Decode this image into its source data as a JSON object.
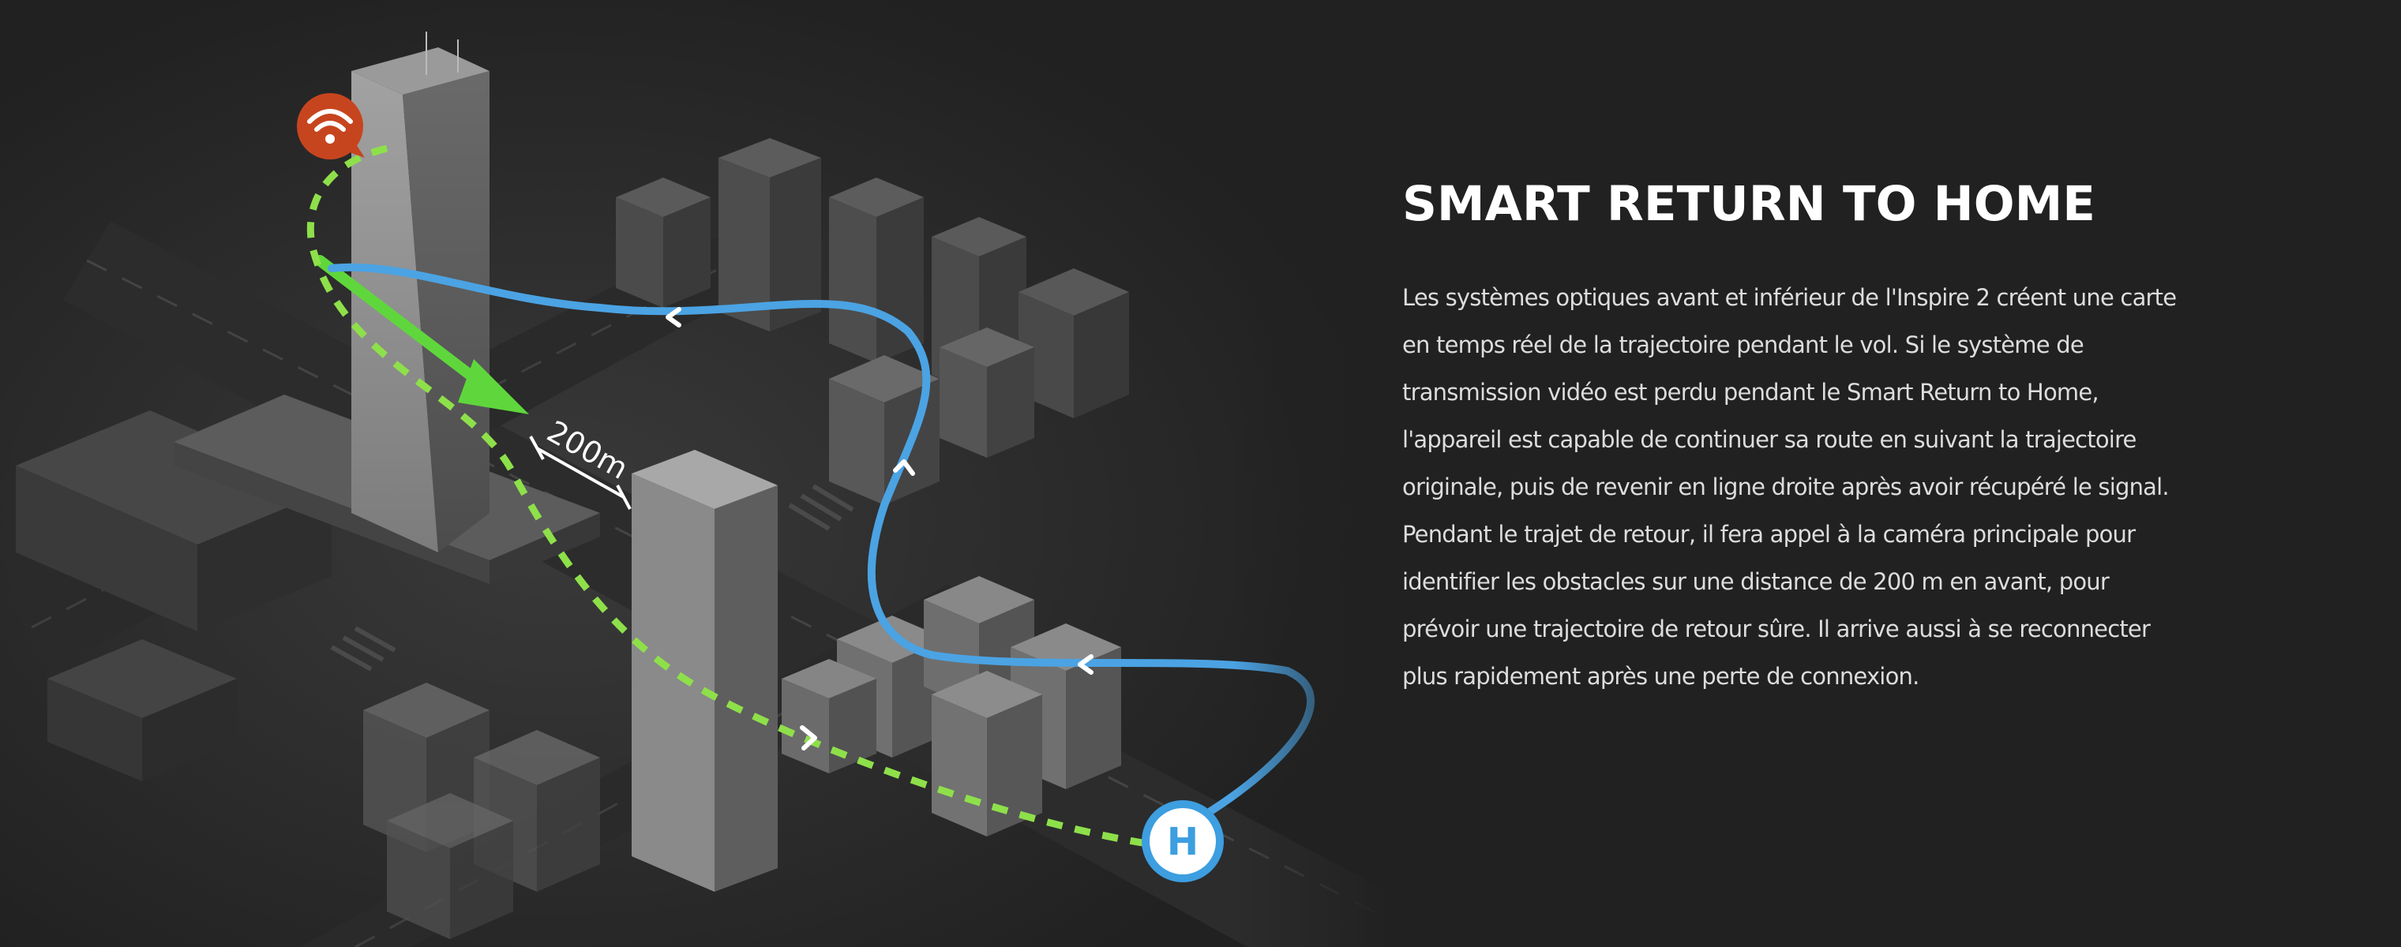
{
  "feature": {
    "title": "SMART RETURN TO HOME",
    "description_lines": [
      "Les systèmes optiques avant et inférieur de l'Inspire 2 créent une carte",
      "en temps réel de la trajectoire pendant le vol. Si le système de",
      "transmission vidéo est perdu pendant le Smart Return to Home,",
      "l'appareil est capable de continuer sa route en suivant la trajectoire",
      "originale, puis de revenir en ligne droite après avoir récupéré le signal.",
      "Pendant le trajet de retour, il fera appel à la caméra principale pour",
      "identifier les obstacles sur une distance de 200 m en avant, pour",
      "prévoir une trajectoire de retour sûre. Il arrive aussi à se reconnecter",
      "plus rapidement après une perte de connexion."
    ]
  },
  "diagram": {
    "distance_label": "200m",
    "home_marker_label": "H",
    "icons": {
      "signal": "signal-lost-wifi-icon",
      "home": "home-point-icon",
      "arrow": "direction-arrow-icon"
    },
    "colors": {
      "background": "#212121",
      "flight_path": "#4ba3e3",
      "return_path": "#8ee04a",
      "sensing_arrow": "#5fd73c",
      "signal_icon": "#c7451e",
      "building_light": "#8f8f8f",
      "building_dark": "#4a4a4a"
    }
  }
}
